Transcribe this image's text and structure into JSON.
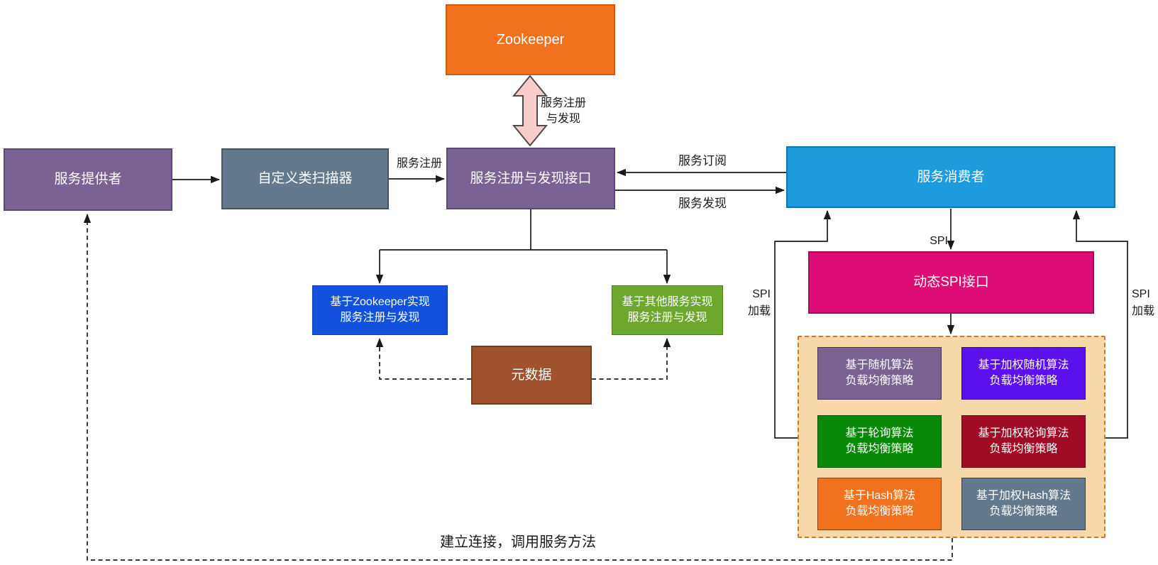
{
  "nodes": {
    "zookeeper": {
      "label": "Zookeeper"
    },
    "provider": {
      "label": "服务提供者"
    },
    "scanner": {
      "label": "自定义类扫描器"
    },
    "registry_interface": {
      "label": "服务注册与发现接口"
    },
    "consumer": {
      "label": "服务消费者"
    },
    "zk_impl": {
      "line1": "基于Zookeeper实现",
      "line2": "服务注册与发现"
    },
    "other_impl": {
      "line1": "基于其他服务实现",
      "line2": "服务注册与发现"
    },
    "metadata": {
      "label": "元数据"
    },
    "dynamic_spi": {
      "label": "动态SPI接口"
    },
    "lb_random": {
      "line1": "基于随机算法",
      "line2": "负载均衡策略"
    },
    "lb_weighted_random": {
      "line1": "基于加权随机算法",
      "line2": "负载均衡策略"
    },
    "lb_round_robin": {
      "line1": "基于轮询算法",
      "line2": "负载均衡策略"
    },
    "lb_weighted_round_robin": {
      "line1": "基于加权轮询算法",
      "line2": "负载均衡策略"
    },
    "lb_hash": {
      "line1": "基于Hash算法",
      "line2": "负载均衡策略"
    },
    "lb_weighted_hash": {
      "line1": "基于加权Hash算法",
      "line2": "负载均衡策略"
    }
  },
  "edge_labels": {
    "register_discover": {
      "line1": "服务注册",
      "line2": "与发现"
    },
    "register": "服务注册",
    "subscribe": "服务订阅",
    "discover": "服务发现",
    "spi": "SPI",
    "spi_load_left": {
      "line1": "SPI",
      "line2": "加载"
    },
    "spi_load_right": {
      "line1": "SPI",
      "line2": "加载"
    },
    "connect": "建立连接，调用服务方法"
  },
  "colors": {
    "zookeeper_orange": "#F2711C",
    "muted_purple": "#7A6394",
    "slate_gray": "#64798C",
    "consumer_azure": "#1C9CDC",
    "impl_blue": "#1151DE",
    "impl_green": "#6CA82D",
    "metadata_brown": "#A0522D",
    "spi_magenta": "#DE0D76",
    "lb_violet": "#5C10EE",
    "lb_green": "#088A08",
    "lb_dark_red": "#A00C24",
    "lb_hash_orange": "#F2711C",
    "container_fill": "#F8D8A8",
    "container_border": "#CC7A2E",
    "double_arrow_pink": "#F8CCCB",
    "line_black": "#1A1A1A"
  }
}
